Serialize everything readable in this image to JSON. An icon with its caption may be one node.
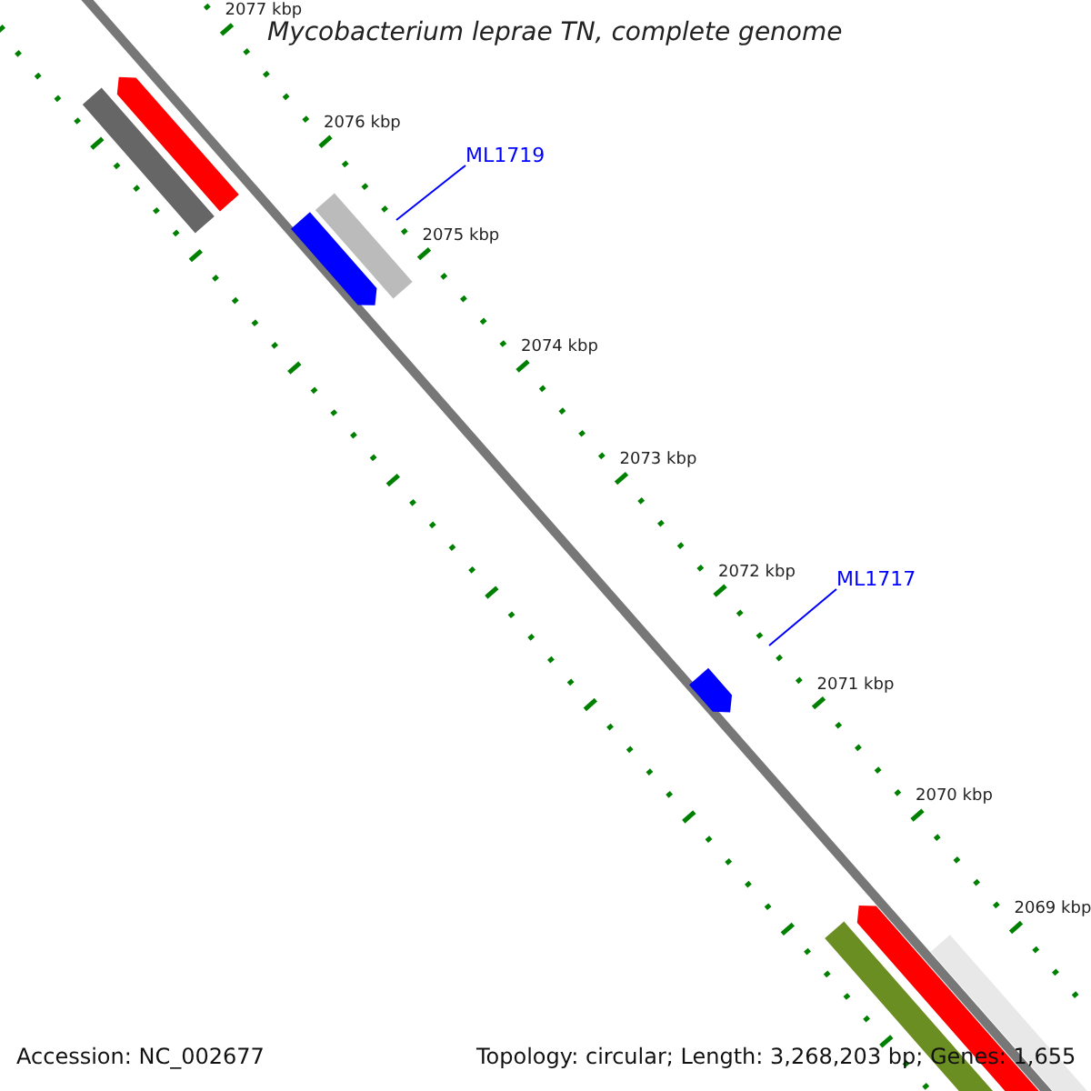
{
  "diagram": {
    "title": "Mycobacterium leprae TN, complete genome",
    "nodes": [
      {
        "text": [
          "ML1719"
        ]
      },
      {
        "text": [
          "ML1717"
        ]
      }
    ],
    "edges": [
      {
        "from": 0,
        "to": null,
        "arrow": "none"
      },
      {
        "from": 1,
        "to": null,
        "arrow": "none"
      }
    ],
    "labels": [
      "2077 kbp",
      "2076 kbp",
      "2075 kbp",
      "2074 kbp",
      "2073 kbp",
      "2072 kbp",
      "2071 kbp",
      "2070 kbp",
      "2069 kbp",
      "Accession: NC_002677",
      "Topology: circular; Length: 3,268,203 bp; Genes: 1,655"
    ]
  }
}
